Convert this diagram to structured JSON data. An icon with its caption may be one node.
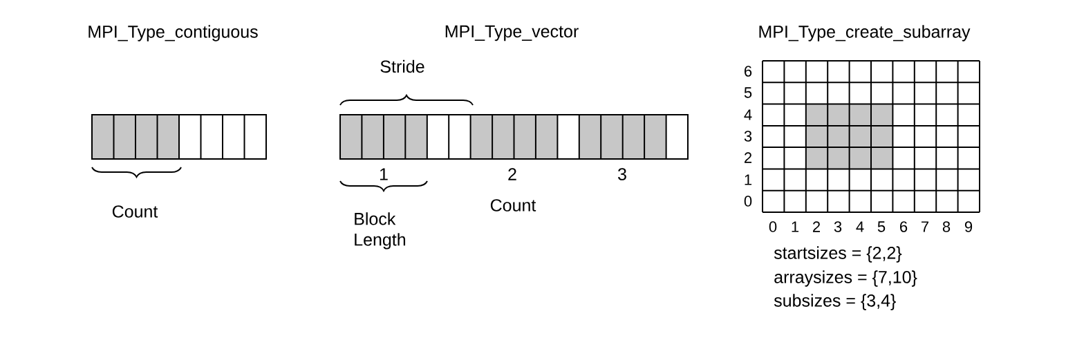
{
  "diagram": {
    "labels": [
      "MPI_Type_contiguous",
      "MPI_Type_vector",
      "MPI_Type_create_subarray",
      "Stride",
      "6",
      "5",
      "4",
      "3",
      "2",
      "1",
      "0",
      "1",
      "2",
      "3",
      "Count",
      "Count",
      "Block Length",
      "0",
      "1",
      "2",
      "3",
      "4",
      "5",
      "6",
      "7",
      "8",
      "9",
      "startsizes = {2,2}",
      "arraysizes = {7,10}",
      "subsizes = {3,4}"
    ]
  }
}
